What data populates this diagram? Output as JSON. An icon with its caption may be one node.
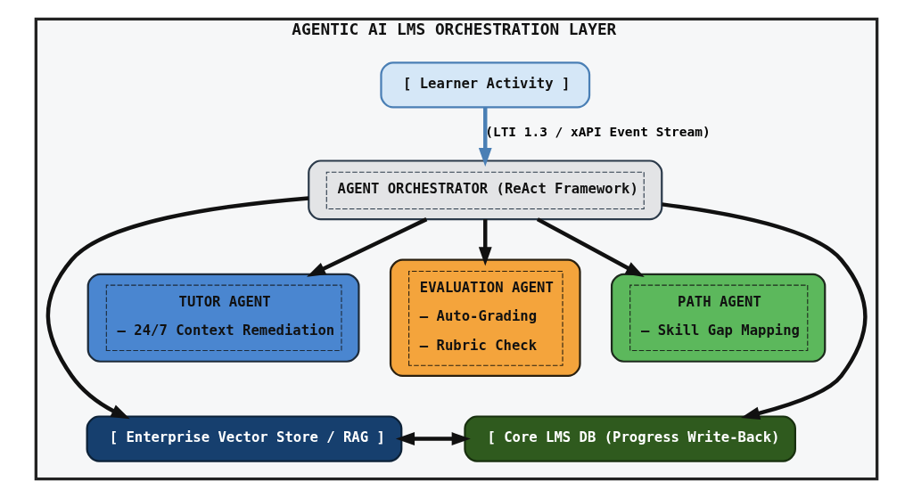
{
  "diagram": {
    "nodes": [
      {
        "text": [
          "AGENTIC AI LMS ORCHESTRATION LAYER"
        ]
      },
      {
        "text": [
          "[ Learner Activity ]"
        ],
        "in": 0
      },
      {
        "text": [
          "AGENT ORCHESTRATOR (ReAct Framework)"
        ],
        "in": 0
      },
      {
        "text": [
          "TUTOR AGENT",
          "– 24/7 Context Remediation"
        ],
        "in": 0
      },
      {
        "text": [
          "EVALUATION AGENT",
          "– Auto-Grading",
          "– Rubric Check"
        ],
        "in": 0
      },
      {
        "text": [
          "PATH AGENT",
          "– Skill Gap Mapping"
        ],
        "in": 0
      },
      {
        "text": [
          "[ Enterprise Vector Store / RAG ]"
        ],
        "in": 0
      },
      {
        "text": [
          "[ Core LMS DB (Progress Write-Back)"
        ],
        "in": 0
      }
    ],
    "edges": [
      {
        "from": 1,
        "to": 2,
        "arrow": "to",
        "label": "(LTI 1.3 / xAPI Event Stream)",
        "color": "#4a7fb5"
      },
      {
        "from": 2,
        "to": 6,
        "arrow": "to"
      },
      {
        "from": 2,
        "to": 3,
        "arrow": "to"
      },
      {
        "from": 2,
        "to": 4,
        "arrow": "to"
      },
      {
        "from": 2,
        "to": 5,
        "arrow": "to"
      },
      {
        "from": 2,
        "to": 7,
        "arrow": "to"
      },
      {
        "from": 6,
        "to": 7,
        "arrow": "both"
      }
    ]
  }
}
